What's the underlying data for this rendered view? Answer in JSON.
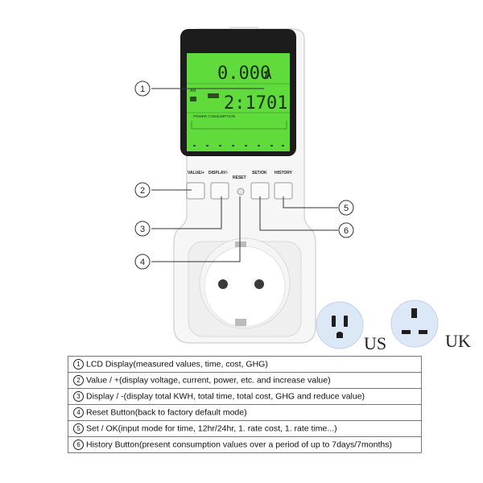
{
  "lcd": {
    "current_value": "0.000",
    "current_unit": "A",
    "time_value": "2:1701",
    "am_label": "AM",
    "sub_label": "POWER CONSUMPTION"
  },
  "buttons": {
    "value": "VALUE/+",
    "display": "DISPLAY/-",
    "reset": "RESET",
    "set": "SET/OK",
    "history": "HISTORY"
  },
  "callouts": [
    "1",
    "2",
    "3",
    "4",
    "5",
    "6"
  ],
  "plugs": {
    "us": "US",
    "uk": "UK"
  },
  "legend": [
    {
      "num": "1",
      "text": "LCD Display(measured values, time, cost, GHG)"
    },
    {
      "num": "2",
      "text": "Value / +(display voltage, current, power, etc. and increase value)"
    },
    {
      "num": "3",
      "text": "Display / -(display total KWH, total time, total cost, GHG and reduce value)"
    },
    {
      "num": "4",
      "text": "Reset Button(back to factory default mode)"
    },
    {
      "num": "5",
      "text": "Set / OK(input mode for time, 12hr/24hr, 1. rate cost, 1. rate time...)"
    },
    {
      "num": "6",
      "text": "History Button(present consumption values over a period of up to 7days/7months)"
    }
  ],
  "colors": {
    "lcd_green": "#5fdc3c",
    "device_white": "#f4f4f4",
    "plug_blue": "#dde8f6"
  }
}
